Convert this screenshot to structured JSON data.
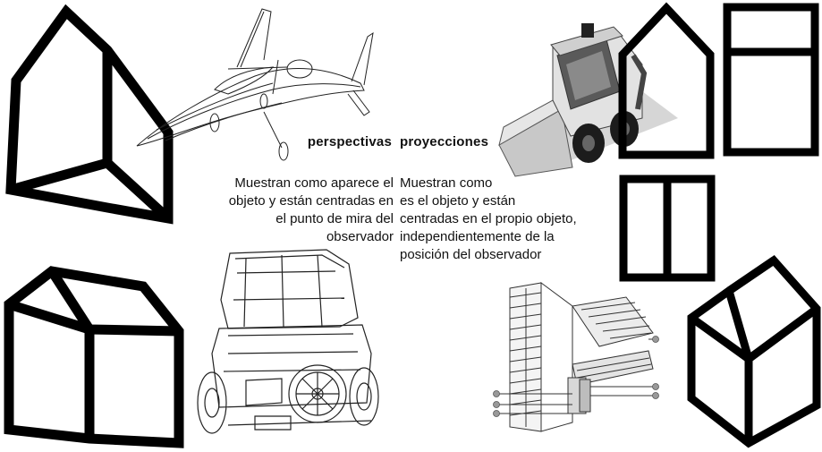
{
  "perspectives": {
    "heading": "perspectivas",
    "lines": [
      "Muestran como aparece el",
      "objeto y están centradas en",
      "el punto de mira del",
      "observador"
    ]
  },
  "projections": {
    "heading": "proyecciones",
    "lines": [
      "Muestran como",
      "es el objeto y están",
      "centradas en el propio objeto,",
      "independientemente de la",
      "posición del observador"
    ]
  }
}
